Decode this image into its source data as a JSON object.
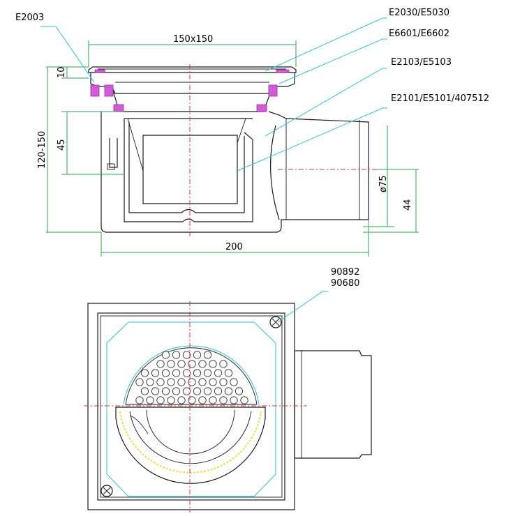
{
  "callouts": {
    "e2003": "E2003",
    "e2030": "E2030/E5030",
    "e6601": "E6601/E6602",
    "e2103": "E2103/E5103",
    "e2101": "E2101/E5101/407512",
    "p90892": "90892",
    "p90680": "90680"
  },
  "dimensions": {
    "grate": "150x150",
    "flange": "10",
    "height": "120-150",
    "trap": "45",
    "outlet_dia": "ø75",
    "outlet_height": "44",
    "width": "200"
  },
  "colors": {
    "outline": "#1a1a1a",
    "leader": "#27c7d9",
    "dimension": "#2aa84a",
    "centerline": "#e03030",
    "seal": "#d35ad8",
    "hatch": "#e7e23a"
  }
}
